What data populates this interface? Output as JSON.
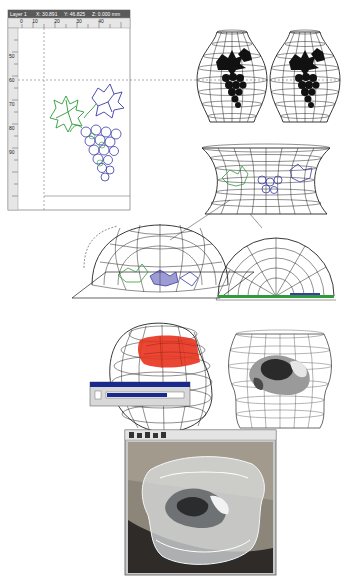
{
  "diagram": {
    "labels": [
      "Layer 1",
      "X: 30.891",
      "Y: 46.825",
      "Z: 0.000 mm",
      "0",
      "10",
      "20",
      "30",
      "40",
      "50",
      "60",
      "70",
      "80",
      "90"
    ]
  }
}
